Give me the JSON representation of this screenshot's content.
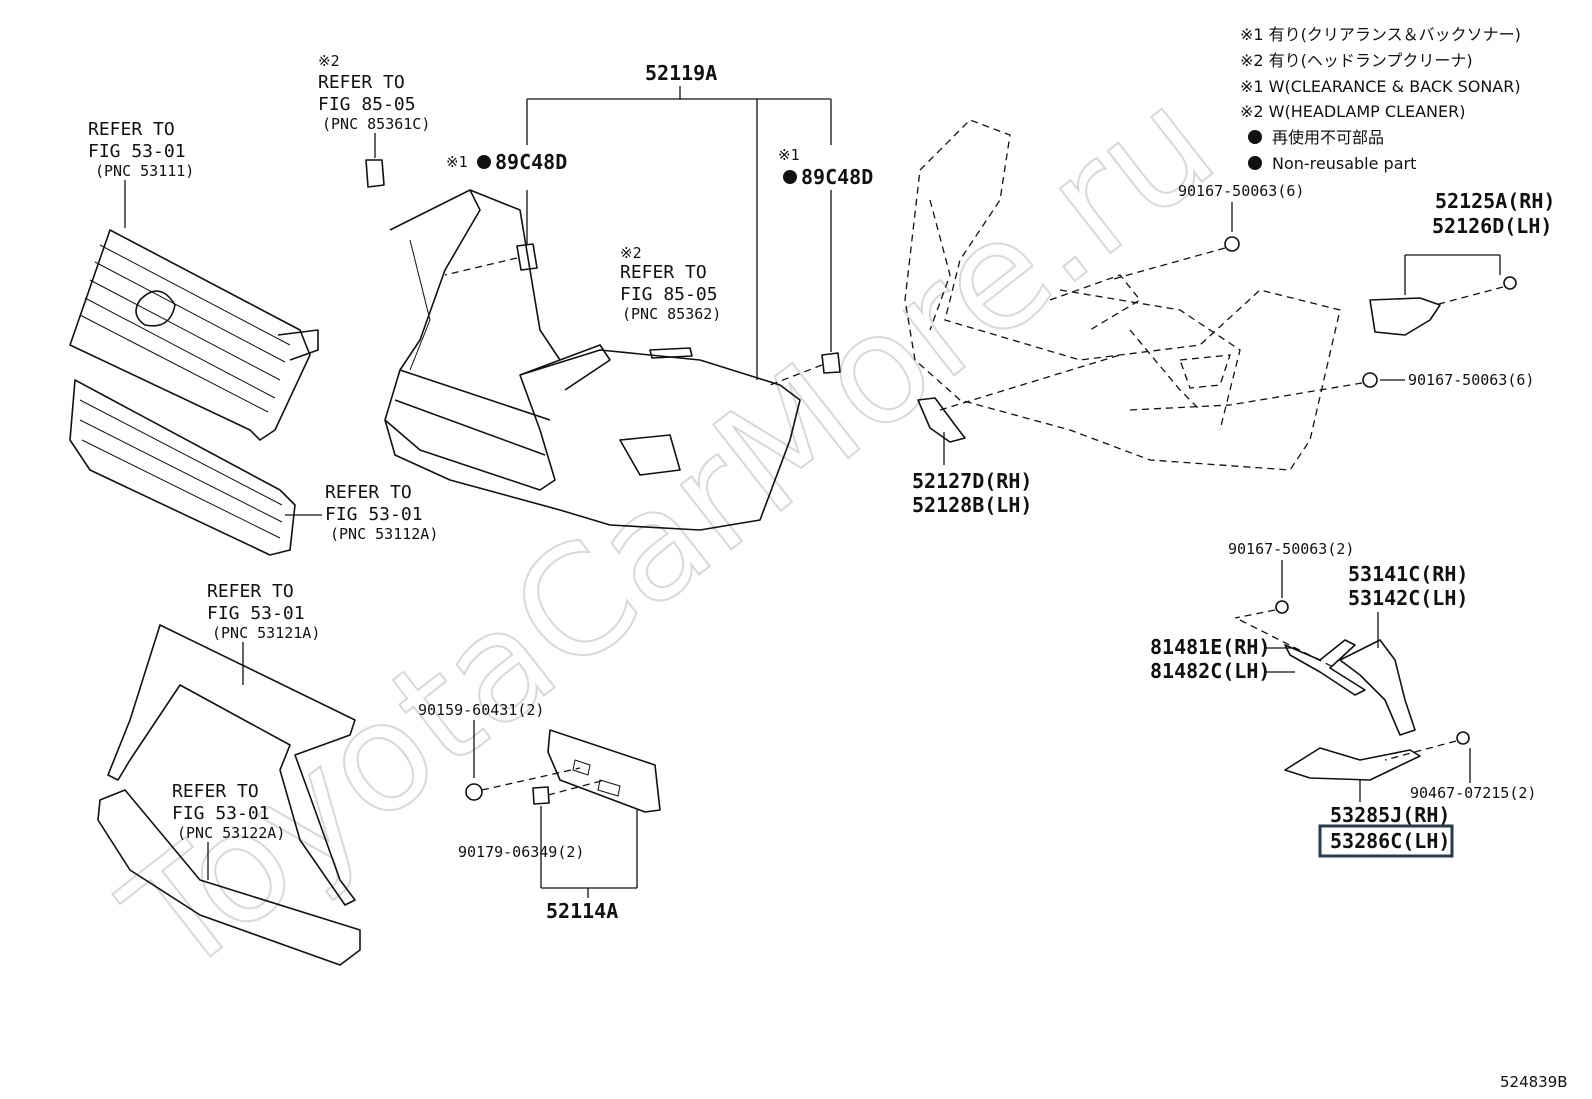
{
  "watermark": "ToyotaCarMore.ru",
  "legend": {
    "line1": "※1  有り(クリアランス＆バックソナー)",
    "line2": "※2  有り(ヘッドランプクリーナ)",
    "line3": "※1  W(CLEARANCE & BACK SONAR)",
    "line4": "※2  W(HEADLAMP CLEANER)",
    "line5": "再使用不可部品",
    "line6": "Non-reusable part"
  },
  "refs": {
    "grille_upper": {
      "l1": "REFER TO",
      "l2": "FIG 53-01",
      "l3": "(PNC 53111)"
    },
    "grille_lower": {
      "l1": "REFER TO",
      "l2": "FIG 53-01",
      "l3": "(PNC 53112A)"
    },
    "washer_cap": {
      "mark": "※2",
      "l1": "REFER TO",
      "l2": "FIG 85-05",
      "l3": "(PNC 85361C)"
    },
    "washer_nozzle": {
      "mark": "※2",
      "l1": "REFER TO",
      "l2": "FIG 85-05",
      "l3": "(PNC 85362)"
    },
    "frame_upper": {
      "l1": "REFER TO",
      "l2": "FIG 53-01",
      "l3": "(PNC 53121A)"
    },
    "frame_lower": {
      "l1": "REFER TO",
      "l2": "FIG 53-01",
      "l3": "(PNC 53122A)"
    }
  },
  "parts": {
    "bumper_cover": "52119A",
    "sensor_left_mark": "※1",
    "sensor_left": "89C48D",
    "sensor_right_mark": "※1",
    "sensor_right": "89C48D",
    "clip_top": "90167-50063(6)",
    "bracket_rh": "52125A(RH)",
    "bracket_lh": "52126D(LH)",
    "clip_side": "90167-50063(6)",
    "retainer_rh": "52127D(RH)",
    "retainer_lh": "52128B(LH)",
    "clip_small": "90167-50063(2)",
    "garnish_rh": "53141C(RH)",
    "garnish_lh": "53142C(LH)",
    "molding_rh": "81481E(RH)",
    "molding_lh": "81482C(LH)",
    "rivet": "90467-07215(2)",
    "cover_rh": "53285J(RH)",
    "cover_lh": "53286C(LH)",
    "bolt": "90159-60431(2)",
    "nut": "90179-06349(2)",
    "plate_bracket": "52114A"
  },
  "figure_id": "524839B"
}
